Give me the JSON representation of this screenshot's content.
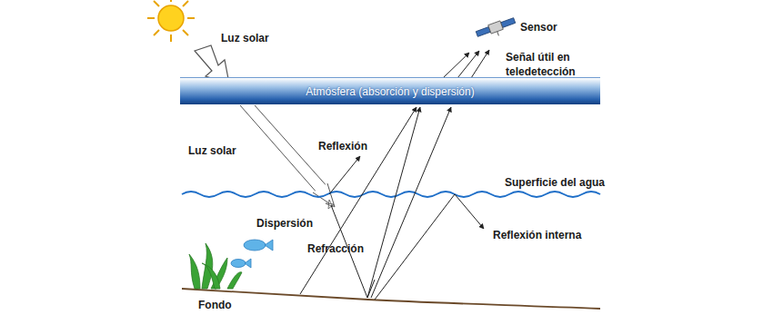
{
  "diagram": {
    "nodes": [
      {
        "text": [
          "Atmósfera (absorción y dispersión)"
        ]
      }
    ],
    "labels": [
      "Luz solar",
      "Sensor",
      "Señal útil en teledetección",
      "Luz solar",
      "Reflexión",
      "Superficie del agua",
      "Dispersión",
      "Refracción",
      "Reflexión interna",
      "Fondo"
    ]
  }
}
